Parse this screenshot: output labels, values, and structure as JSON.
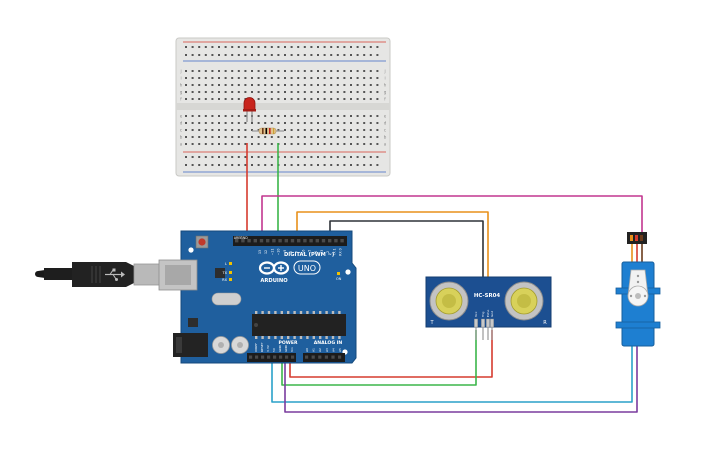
{
  "arduino": {
    "brand_label": "ARDUINO",
    "model_label": "UNO",
    "digital_header_label": "DIGITAL (PWM ~)",
    "power_label": "POWER",
    "analog_label": "ANALOG IN",
    "led_labels": [
      "L",
      "TX",
      "RX"
    ],
    "on_label": "ON",
    "aref_label": "AREF",
    "gnd_label": "GND",
    "digital_pins": [
      "13",
      "12",
      "~11",
      "~10",
      "~9",
      "8",
      "7",
      "~6",
      "~5",
      "4",
      "~3",
      "2",
      "TX 1",
      "RX 0"
    ],
    "power_pins": [
      "IOREF",
      "RESET",
      "3.3V",
      "5V",
      "GND",
      "GND",
      "Vin"
    ],
    "analog_pins": [
      "A0",
      "A1",
      "A2",
      "A3",
      "A4",
      "A5"
    ]
  },
  "sensor": {
    "model_label": "HC-SR04",
    "pin_labels": [
      "Vcc",
      "Trig",
      "Echo",
      "Gnd"
    ],
    "corner_left": "T",
    "corner_right": "R"
  },
  "breadboard": {
    "row_letters_top": [
      "j",
      "i",
      "h",
      "g",
      "f"
    ],
    "row_letters_bottom": [
      "e",
      "d",
      "c",
      "b",
      "a"
    ]
  },
  "colors": {
    "board": "#1f5f9e",
    "wire_red": "#d63b2f",
    "wire_green": "#3bb54a",
    "wire_magenta": "#c2368f",
    "wire_orange": "#e8901a",
    "wire_dark": "#2e3238",
    "wire_cyan": "#2aa1c9",
    "wire_purple": "#7a3b9e"
  }
}
